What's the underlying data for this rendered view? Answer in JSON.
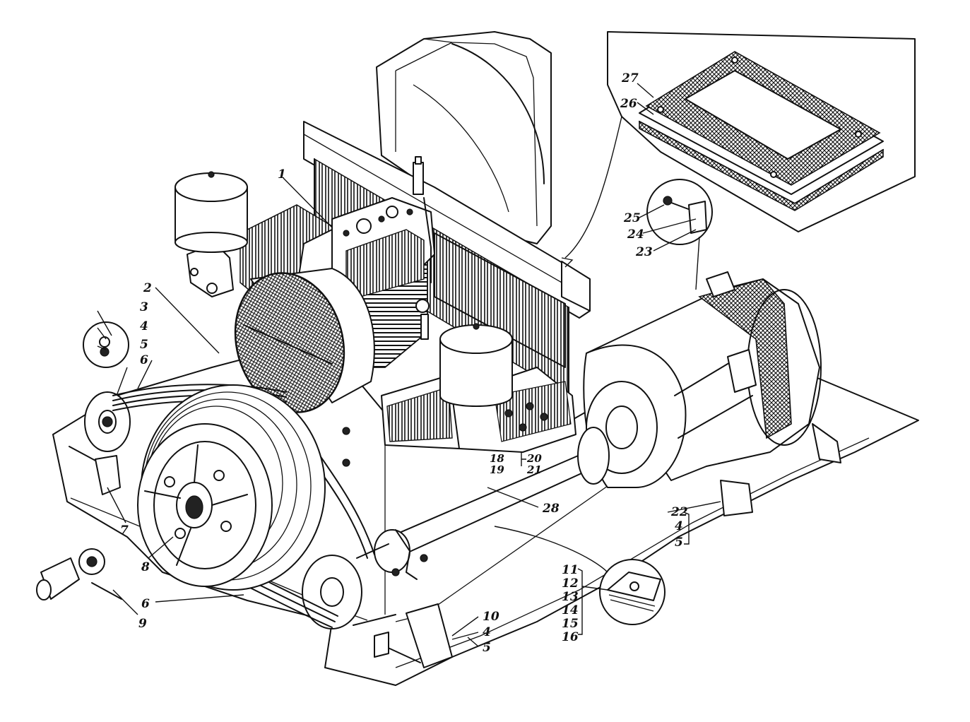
{
  "diagram": {
    "callouts": [
      {
        "id": "c1",
        "text": "1"
      },
      {
        "id": "c2",
        "text": "2"
      },
      {
        "id": "c3",
        "text": "3"
      },
      {
        "id": "c4a",
        "text": "4"
      },
      {
        "id": "c5a",
        "text": "5"
      },
      {
        "id": "c6a",
        "text": "6"
      },
      {
        "id": "c7",
        "text": "7"
      },
      {
        "id": "c8",
        "text": "8"
      },
      {
        "id": "c6b",
        "text": "6"
      },
      {
        "id": "c9",
        "text": "9"
      },
      {
        "id": "c10",
        "text": "10"
      },
      {
        "id": "c4b",
        "text": "4"
      },
      {
        "id": "c5b",
        "text": "5"
      },
      {
        "id": "c11",
        "text": "11"
      },
      {
        "id": "c12",
        "text": "12"
      },
      {
        "id": "c13",
        "text": "13"
      },
      {
        "id": "c14",
        "text": "14"
      },
      {
        "id": "c15",
        "text": "15"
      },
      {
        "id": "c16",
        "text": "16"
      },
      {
        "id": "c18",
        "text": "18"
      },
      {
        "id": "c19",
        "text": "19"
      },
      {
        "id": "c20",
        "text": "20"
      },
      {
        "id": "c21",
        "text": "21"
      },
      {
        "id": "c28",
        "text": "28"
      },
      {
        "id": "c22",
        "text": "22"
      },
      {
        "id": "c4c",
        "text": "4"
      },
      {
        "id": "c5c",
        "text": "5"
      },
      {
        "id": "c23",
        "text": "23"
      },
      {
        "id": "c24",
        "text": "24"
      },
      {
        "id": "c25",
        "text": "25"
      },
      {
        "id": "c26",
        "text": "26"
      },
      {
        "id": "c27",
        "text": "27"
      }
    ]
  }
}
